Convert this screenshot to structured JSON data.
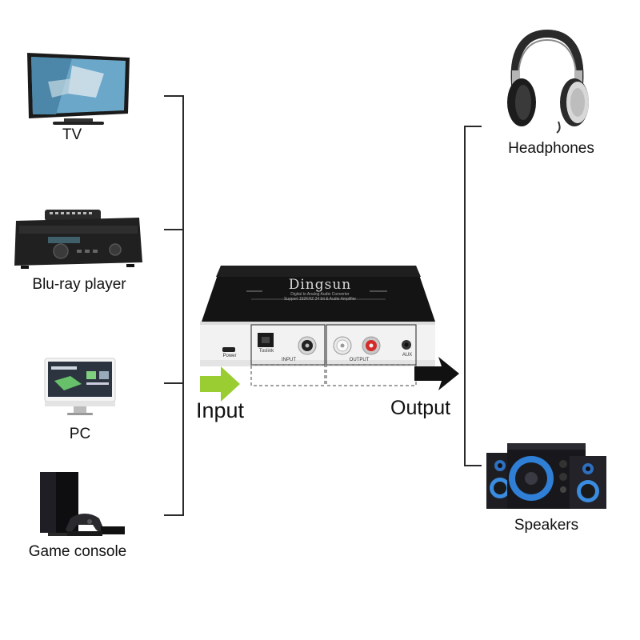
{
  "sources": [
    {
      "label": "TV",
      "icon": "tv-icon"
    },
    {
      "label": "Blu-ray player",
      "icon": "bluray-player-icon"
    },
    {
      "label": "PC",
      "icon": "pc-monitor-icon"
    },
    {
      "label": "Game console",
      "icon": "game-console-icon"
    }
  ],
  "outputs": [
    {
      "label": "Headphones",
      "icon": "headphones-icon"
    },
    {
      "label": "Speakers",
      "icon": "speakers-icon"
    }
  ],
  "device": {
    "brand": "Dingsun",
    "subtitle_line1": "Digital to Analog Audio Converter",
    "subtitle_line2": "Support 192KHZ 24 bit & Audio Amplifier",
    "port_power": "Power",
    "port_toslink": "Toslink",
    "port_input": "INPUT",
    "port_output": "OUTPUT",
    "port_aux": "AUX"
  },
  "flow": {
    "input_label": "Input",
    "output_label": "Output"
  },
  "colors": {
    "input_arrow": "#9acd32",
    "output_arrow": "#111111",
    "rca_red": "#d42a2a",
    "device_top": "#141414",
    "device_front": "#f2f2f2"
  }
}
